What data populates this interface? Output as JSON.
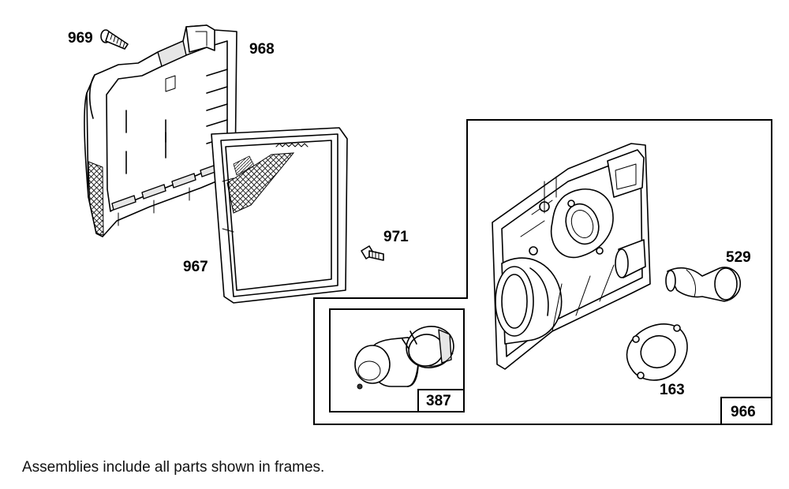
{
  "parts": {
    "p969": "969",
    "p968": "968",
    "p967": "967",
    "p971": "971",
    "p529": "529",
    "p163": "163",
    "p387": "387",
    "p966": "966"
  },
  "footnote": "Assemblies include all parts shown in frames."
}
